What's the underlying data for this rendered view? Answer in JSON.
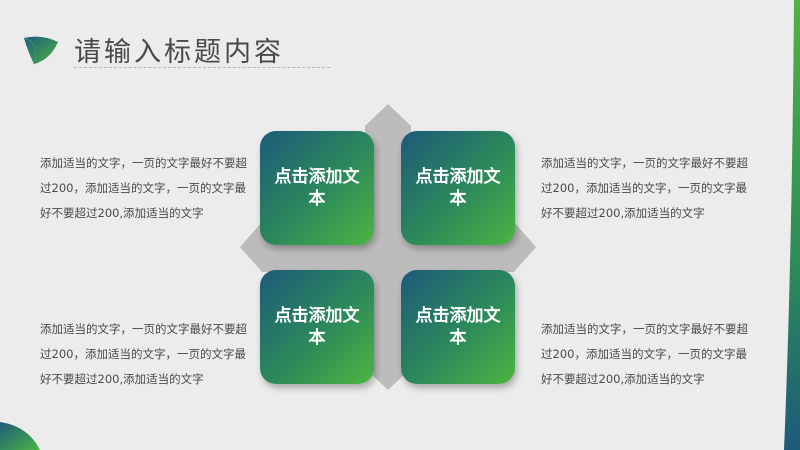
{
  "header": {
    "title": "请输入标题内容"
  },
  "colors": {
    "gradient_start": "#1d5a7a",
    "gradient_end": "#4cb542",
    "cross": "#bcbcbc",
    "background": "#ececec"
  },
  "cards": [
    {
      "label": "点击添加文本"
    },
    {
      "label": "点击添加文本"
    },
    {
      "label": "点击添加文本"
    },
    {
      "label": "点击添加文本"
    }
  ],
  "paragraphs": [
    {
      "text": "添加适当的文字，一页的文字最好不要超过200，添加适当的文字，一页的文字最好不要超过200,添加适当的文字"
    },
    {
      "text": "添加适当的文字，一页的文字最好不要超过200，添加适当的文字，一页的文字最好不要超过200,添加适当的文字"
    },
    {
      "text": "添加适当的文字，一页的文字最好不要超过200，添加适当的文字，一页的文字最好不要超过200,添加适当的文字"
    },
    {
      "text": "添加适当的文字，一页的文字最好不要超过200，添加适当的文字，一页的文字最好不要超过200,添加适当的文字"
    }
  ]
}
